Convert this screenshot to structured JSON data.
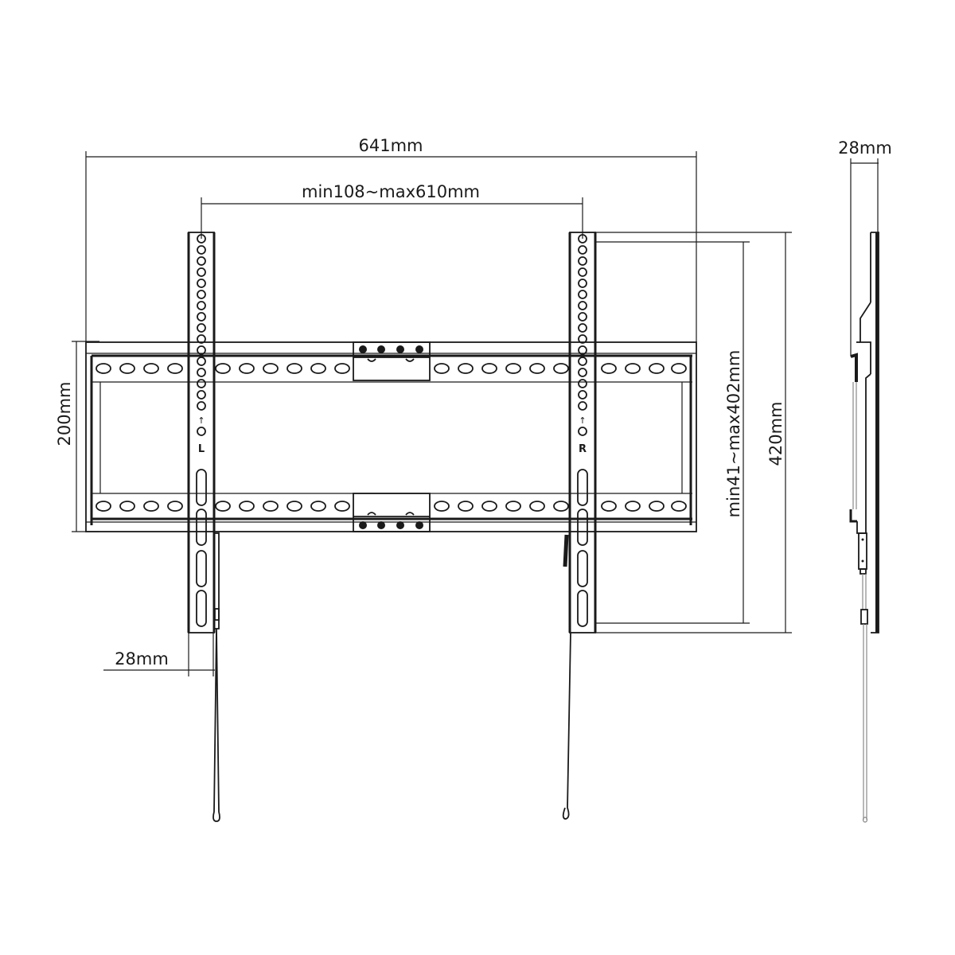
{
  "diagram": {
    "title": "TV wall mount dimensional drawing",
    "views": [
      "front-view",
      "side-view"
    ],
    "colors": {
      "line": "#1a1a1a",
      "background": "#ffffff",
      "hatch": "#888888"
    }
  },
  "dimensions": {
    "overall_width": "641mm",
    "vesa_horizontal_range": "min108~max610mm",
    "frame_height": "200mm",
    "arm_height": "420mm",
    "vesa_vertical_range": "min41~max402mm",
    "front_depth": "28mm",
    "side_depth": "28mm"
  },
  "arm_labels": {
    "left": "L",
    "right": "R"
  }
}
